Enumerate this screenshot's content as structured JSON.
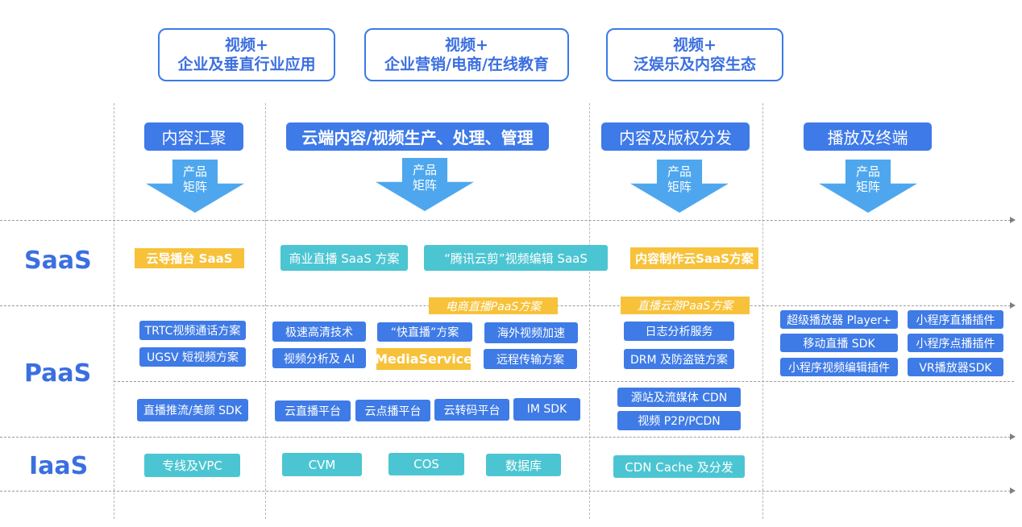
{
  "top_headers": [
    {
      "line1": "视频+",
      "line2": "企业及垂直行业应用"
    },
    {
      "line1": "视频+",
      "line2": "企业营销/电商/在线教育"
    },
    {
      "line1": "视频+",
      "line2": "泛娱乐及内容生态"
    }
  ],
  "stages": [
    "内容汇聚",
    "云端内容/视频生产、处理、管理",
    "内容及版权分发",
    "播放及终端"
  ],
  "arrow_label": {
    "line1": "产品",
    "line2": "矩阵"
  },
  "layers": {
    "saas": "SaaS",
    "paas": "PaaS",
    "iaas": "IaaS"
  },
  "saas": {
    "director": "云导播台 SaaS",
    "commerce_live": "商业直播 SaaS 方案",
    "tencent_clip": "“腾讯云剪”视频编辑 SaaS",
    "content_production": "内容制作云SaaS方案"
  },
  "paas_labels": {
    "ecommerce_live": "电商直播PaaS方案",
    "live_cloud_game": "直播云游PaaS方案"
  },
  "paas_upper": {
    "trtc": "TRTC视频通话方案",
    "ugsv": "UGSV 短视频方案",
    "hd_tech": "极速高清技术",
    "kuai_live": "“快直播”方案",
    "overseas_accel": "海外视频加速",
    "video_ai": "视频分析及 AI",
    "media_service": "MediaService",
    "remote_transfer": "远程传输方案",
    "log_analysis": "日志分析服务",
    "drm": "DRM 及防盗链方案",
    "super_player": "超级播放器 Player+",
    "mini_live_plugin": "小程序直播插件",
    "mobile_live_sdk": "移动直播 SDK",
    "mini_vod_plugin": "小程序点播插件",
    "mini_edit_plugin": "小程序视频编辑插件",
    "vr_player_sdk": "VR播放器SDK"
  },
  "paas_lower": {
    "push_beauty_sdk": "直播推流/美颜 SDK",
    "live_platform": "云直播平台",
    "vod_platform": "云点播平台",
    "transcode_platform": "云转码平台",
    "im_sdk": "IM SDK",
    "origin_cdn": "源站及流媒体 CDN",
    "p2p_pcdn": "视频 P2P/PCDN"
  },
  "iaas": {
    "vpc": "专线及VPC",
    "cvm": "CVM",
    "cos": "COS",
    "database": "数据库",
    "cdn_cache": "CDN Cache 及分发"
  },
  "colors": {
    "primary_blue": "#3e7ae8",
    "arrow_blue": "#4ea7ee",
    "yellow": "#f7c23a",
    "teal": "#4cc5d2",
    "layer_text": "#3b6fe0"
  }
}
